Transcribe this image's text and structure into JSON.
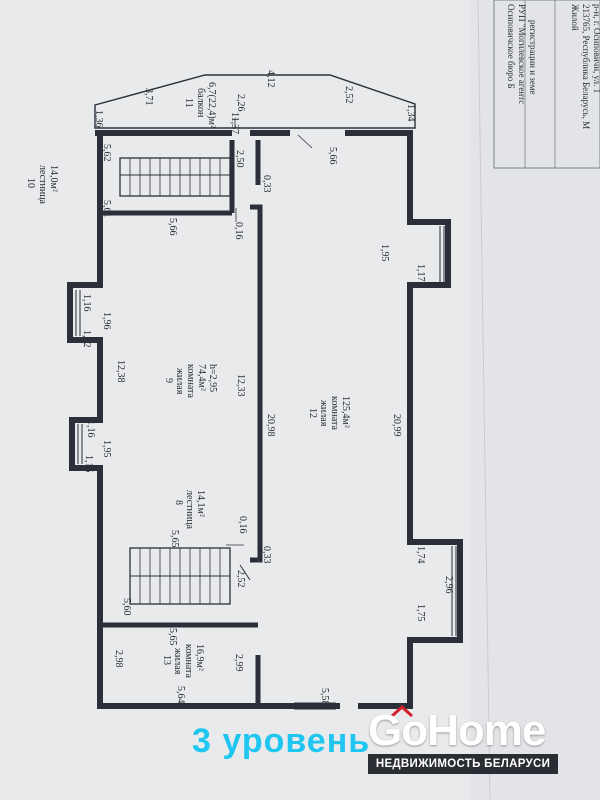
{
  "stamp": {
    "line1": "Осиповичское бюро Б",
    "line2": "РУП \"Могилевское агентс",
    "line3": "регистрации и земе",
    "line4": "Жилой",
    "line5": "213765, Республика Беларусь, М",
    "line6": "р-н, г. Осиповичи, ул. 1"
  },
  "rooms": {
    "r10_num": "10",
    "r10_name": "лестница",
    "r10_area": "14,0м²",
    "r11_num": "11",
    "r11_name": "балкон",
    "r11_area": "6,7(22,4)м²",
    "r9_num": "9",
    "r9_name": "жилая",
    "r9_name2": "комната",
    "r9_area": "74,4м²",
    "r9_height": "h=2,95",
    "r12_num": "12",
    "r12_name": "жилая",
    "r12_name2": "комната",
    "r12_area": "125,4м²",
    "r8_num": "8",
    "r8_name": "лестница",
    "r8_area": "14,1м²",
    "r13_num": "13",
    "r13_name": "жилая",
    "r13_name2": "комната",
    "r13_area": "16,9м²"
  },
  "dims": {
    "d_3_71": "3,71",
    "d_4_12": "4,12",
    "d_2_52a": "2,52",
    "d_1_36": "1,36",
    "d_2_26": "2,26",
    "d_1_34": "1,34",
    "d_11_37": "11,37",
    "d_5_62": "5,62",
    "d_5_66a": "5,66",
    "d_2_50": "2,50",
    "d_0_33a": "0,33",
    "d_5_61": "5,61",
    "d_5_66b": "5,66",
    "d_0_16a": "0,16",
    "d_1_95a": "1,95",
    "d_1_17": "1,17",
    "d_1_16a": "1,16",
    "d_1_96": "1,96",
    "d_1_12": "1,12",
    "d_12_38": "12,38",
    "d_12_33": "12,33",
    "d_20_98": "20,98",
    "d_20_99": "20,99",
    "d_1_16b": "1,16",
    "d_1_95b": "1,95",
    "d_1_15": "1,15",
    "d_5_65a": "5,65",
    "d_0_16b": "0,16",
    "d_0_33b": "0,33",
    "d_2_52b": "2,52",
    "d_1_74": "1,74",
    "d_2_96": "2,96",
    "d_5_60": "5,60",
    "d_1_75": "1,75",
    "d_5_65b": "5,65",
    "d_2_98": "2,98",
    "d_2_99": "2,99",
    "d_5_64": "5,64",
    "d_5_58": "5,58"
  },
  "caption": "3 уровень",
  "logo": {
    "word": "GoHome",
    "tagline": "НЕДВИЖИМОСТЬ БЕЛАРУСИ"
  },
  "colors": {
    "paper": "#e9eaec",
    "ink": "#2b2f3a",
    "caption": "#1ec6f0",
    "logo_bar": "#2a2d33"
  }
}
